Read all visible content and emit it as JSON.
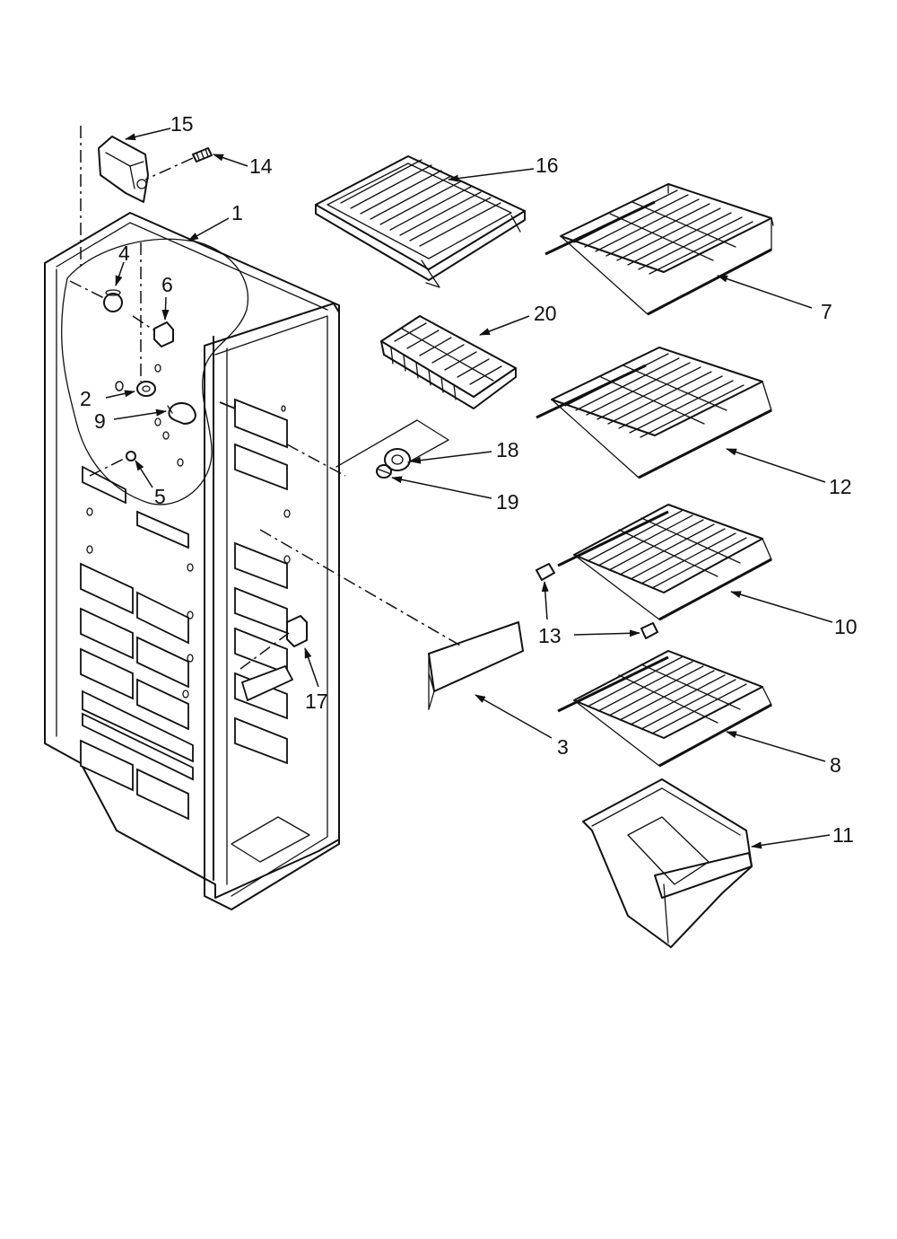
{
  "diagram": {
    "callouts": [
      {
        "id": "c15",
        "label": "15"
      },
      {
        "id": "c14",
        "label": "14"
      },
      {
        "id": "c1",
        "label": "1"
      },
      {
        "id": "c4",
        "label": "4"
      },
      {
        "id": "c6",
        "label": "6"
      },
      {
        "id": "c2",
        "label": "2"
      },
      {
        "id": "c9",
        "label": "9"
      },
      {
        "id": "c5",
        "label": "5"
      },
      {
        "id": "c16",
        "label": "16"
      },
      {
        "id": "c20",
        "label": "20"
      },
      {
        "id": "c18",
        "label": "18"
      },
      {
        "id": "c19",
        "label": "19"
      },
      {
        "id": "c7",
        "label": "7"
      },
      {
        "id": "c12",
        "label": "12"
      },
      {
        "id": "c10",
        "label": "10"
      },
      {
        "id": "c13",
        "label": "13"
      },
      {
        "id": "c17",
        "label": "17"
      },
      {
        "id": "c3",
        "label": "3"
      },
      {
        "id": "c8",
        "label": "8"
      },
      {
        "id": "c11",
        "label": "11"
      }
    ]
  }
}
